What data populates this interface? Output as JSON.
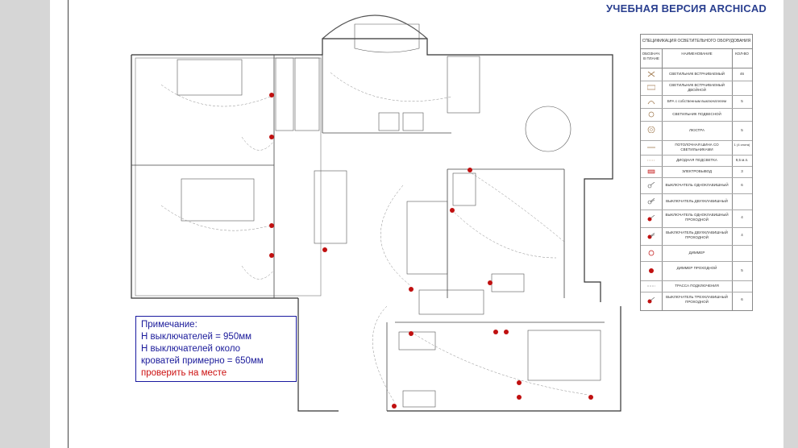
{
  "watermark": "УЧЕБНАЯ ВЕРСИЯ ARCHICAD",
  "legend": {
    "title": "СПЕЦИФИКАЦИЯ ОСВЕТИТЕЛЬНОГО ОБОРУДОВАНИЯ",
    "col_symbol": "ОБОЗНАЧ. В ПЛАНЕ",
    "col_name": "НАИМЕНОВАНИЕ",
    "col_qty": "КОЛ-ВО",
    "rows": [
      {
        "name": "СВЕТИЛЬНИК ВСТРАИВАЕМЫЙ",
        "qty": "46",
        "icon": "recessed-light"
      },
      {
        "name": "СВЕТИЛЬНИК ВСТРАИВАЕМЫЙ ДВОЙНОЙ",
        "qty": "",
        "icon": "double-recessed-light"
      },
      {
        "name": "БРА с собственным выключателем",
        "qty": "5",
        "icon": "sconce"
      },
      {
        "name": "СВЕТИЛЬНИК ПОДВЕСНОЙ",
        "qty": "",
        "icon": "pendant-light"
      },
      {
        "name": "ЛЮСТРА",
        "qty": "5",
        "icon": "chandelier"
      },
      {
        "name": "ПОТОЛОЧНАЯ ШИНА СО СВЕТИЛЬНИКАМИ",
        "qty": "1 (4 спота)",
        "icon": "ceiling-track"
      },
      {
        "name": "ДИОДНАЯ ПОДСВЕТКА",
        "qty": "9,5 м.п.",
        "icon": "led-strip"
      },
      {
        "name": "ЭЛЕКТРОВЫВОД",
        "qty": "3",
        "icon": "power-outlet"
      },
      {
        "name": "ВЫКЛЮЧАТЕЛЬ ОДНОКЛАВИШНЫЙ",
        "qty": "6",
        "icon": "single-switch"
      },
      {
        "name": "ВЫКЛЮЧАТЕЛЬ ДВУХКЛАВИШНЫЙ",
        "qty": "",
        "icon": "double-switch"
      },
      {
        "name": "ВЫКЛЮЧАТЕЛЬ ОДНОКЛАВИШНЫЙ ПРОХОДНОЙ",
        "qty": "4",
        "icon": "single-pass-switch"
      },
      {
        "name": "ВЫКЛЮЧАТЕЛЬ ДВУХКЛАВИШНЫЙ ПРОХОДНОЙ",
        "qty": "4",
        "icon": "double-pass-switch"
      },
      {
        "name": "ДИММЕР",
        "qty": "",
        "icon": "dimmer"
      },
      {
        "name": "ДИММЕР ПРОХОДНОЙ",
        "qty": "5",
        "icon": "pass-dimmer"
      },
      {
        "name": "ТРАССА ПОДКЛЮЧЕНИЯ",
        "qty": "",
        "icon": "wiring-route"
      },
      {
        "name": "ВЫКЛЮЧАТЕЛЬ ТРЕХКЛАВИШНЫЙ ПРОХОДНОЙ",
        "qty": "6",
        "icon": "triple-pass-switch"
      }
    ]
  },
  "note": {
    "line1": "Примечание:",
    "line2": "Н выключателей = 950мм",
    "line3": "Н выключателей около",
    "line4": "кроватей примерно = 650мм",
    "line5": "проверить на месте"
  },
  "colors": {
    "accent": "#2a3f8f",
    "switch_dot": "#c01010",
    "note_text": "#1a1a9a",
    "warning": "#cc1111"
  }
}
